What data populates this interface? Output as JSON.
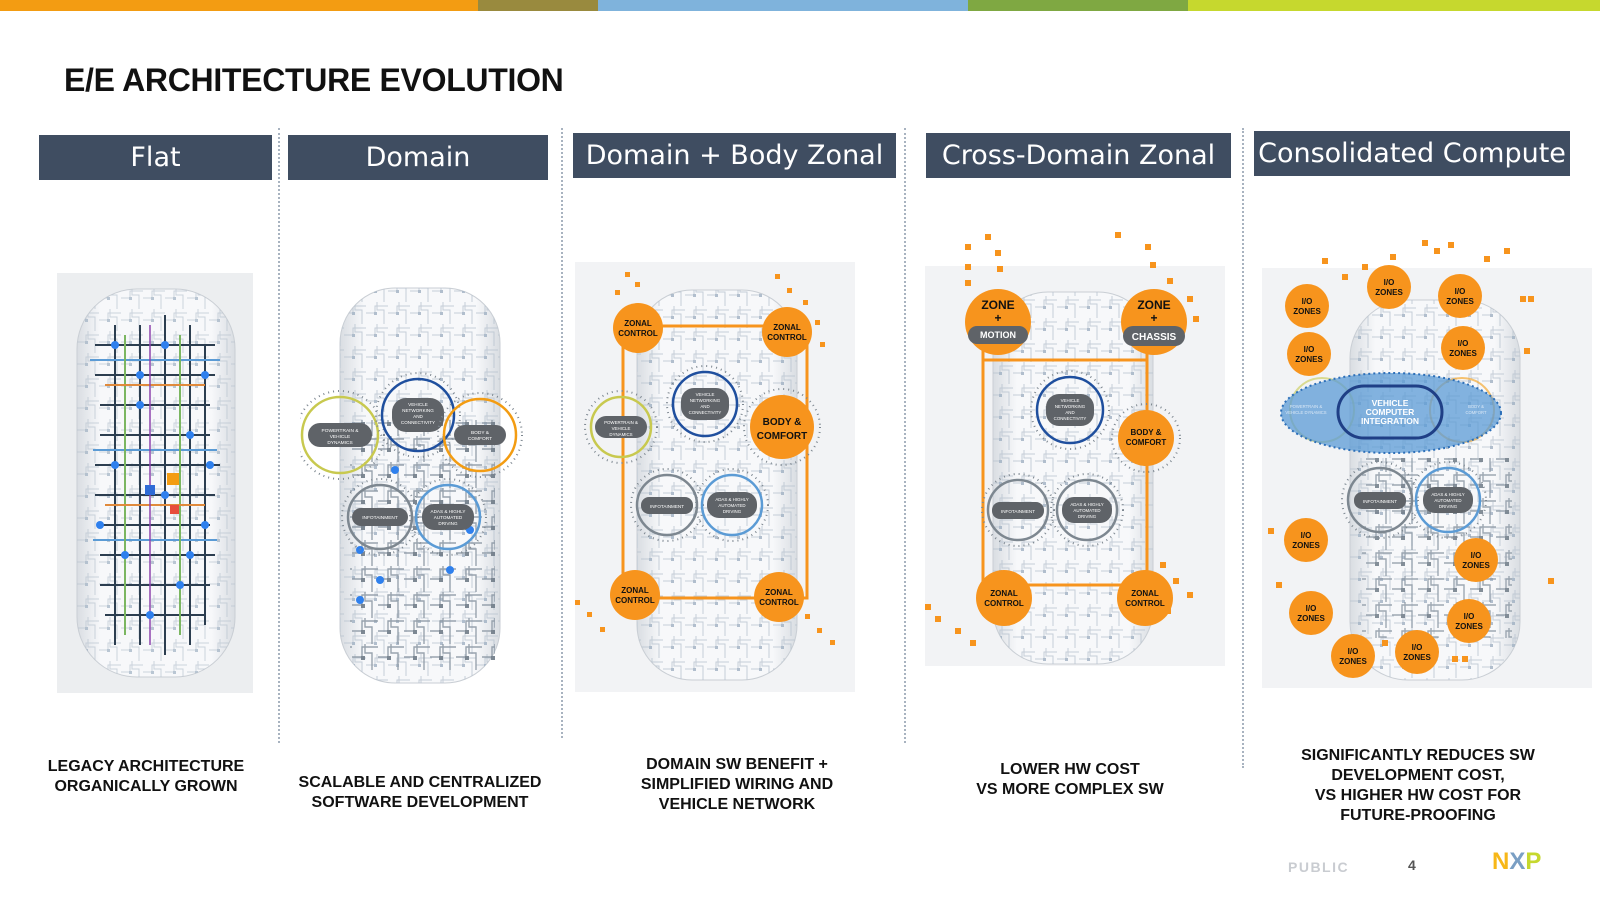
{
  "slide": {
    "title": "E/E ARCHITECTURE EVOLUTION",
    "footer_label": "PUBLIC",
    "page_number": "4",
    "logo_text": "NXP"
  },
  "colors": {
    "bar": [
      "#f39c12",
      "#998a3e",
      "#7fb3dc",
      "#7fa842",
      "#c6d82e"
    ],
    "header_bg": "#3f4d61",
    "orange": "#f7941d",
    "dark_pill": "#5f6368",
    "blue_ring": "#1f4f9e"
  },
  "columns": [
    {
      "header": "Flat",
      "caption": [
        "LEGACY ARCHITECTURE",
        "ORGANICALLY GROWN"
      ]
    },
    {
      "header": "Domain",
      "caption": [
        "SCALABLE AND CENTRALIZED",
        "SOFTWARE DEVELOPMENT"
      ],
      "labels": {
        "powertrain": "POWERTRAIN & VEHICLE DYNAMICS",
        "networking": "VEHICLE NETWORKING AND CONNECTIVITY",
        "body": "BODY & COMFORT",
        "infotainment": "INFOTAINMENT",
        "adas": "ADAS & HIGHLY AUTOMATED DRIVING"
      }
    },
    {
      "header": "Domain + Body Zonal",
      "caption": [
        "DOMAIN SW BENEFIT +",
        "SIMPLIFIED WIRING AND",
        "VEHICLE NETWORK"
      ],
      "labels": {
        "zonal": "ZONAL CONTROL",
        "body": "BODY & COMFORT",
        "powertrain": "POWERTRAIN & VEHICLE DYNAMICS",
        "networking": "VEHICLE NETWORKING AND CONNECTIVITY",
        "infotainment": "INFOTAINMENT",
        "adas": "ADAS & HIGHLY AUTOMATED DRIVING"
      }
    },
    {
      "header": "Cross-Domain Zonal",
      "caption": [
        "LOWER HW COST",
        "VS MORE COMPLEX SW"
      ],
      "labels": {
        "zone": "ZONE",
        "plus": "+",
        "motion": "MOTION",
        "chassis": "CHASSIS",
        "networking": "VEHICLE NETWORKING AND CONNECTIVITY",
        "body": "BODY & COMFORT",
        "infotainment": "INFOTAINMENT",
        "adas": "ADAS & HIGHLY AUTOMATED DRIVING",
        "zonal": "ZONAL CONTROL"
      }
    },
    {
      "header": "Consolidated Compute",
      "caption": [
        "SIGNIFICANTLY REDUCES SW",
        "DEVELOPMENT COST,",
        "VS HIGHER HW COST FOR",
        "FUTURE-PROOFING"
      ],
      "labels": {
        "io": "I/O ZONES",
        "vci": "VEHICLE COMPUTER INTEGRATION",
        "powertrain": "POWERTRAIN & VEHICLE DYNAMICS",
        "body": "BODY & COMFORT",
        "infotainment": "INFOTAINMENT",
        "adas": "ADAS & HIGHLY AUTOMATED DRIVING"
      }
    }
  ]
}
